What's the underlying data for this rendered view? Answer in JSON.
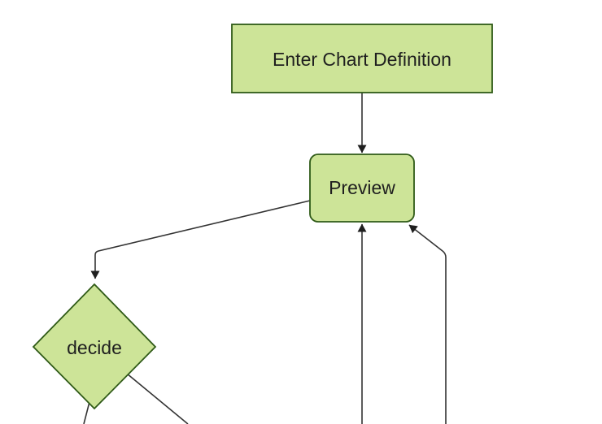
{
  "diagram": {
    "type": "flowchart",
    "nodes": [
      {
        "id": "enter-chart-definition",
        "label": "Enter Chart Definition",
        "shape": "rectangle"
      },
      {
        "id": "preview",
        "label": "Preview",
        "shape": "rounded-rectangle"
      },
      {
        "id": "decide",
        "label": "decide",
        "shape": "diamond"
      }
    ],
    "edges": [
      {
        "from": "enter-chart-definition",
        "to": "preview",
        "arrow": true
      },
      {
        "from": "preview",
        "to": "decide",
        "arrow": true
      },
      {
        "from": "offscreen-bottom-center",
        "to": "preview",
        "arrow": true
      },
      {
        "from": "offscreen-bottom-right",
        "to": "preview",
        "arrow": true
      },
      {
        "from": "decide",
        "to": "offscreen-bottom-left",
        "arrow": false
      },
      {
        "from": "decide",
        "to": "offscreen-bottom-right",
        "arrow": false
      }
    ],
    "colors": {
      "node_fill": "#cde498",
      "node_border": "#2f5a17",
      "edge": "#333333",
      "arrowhead": "#1f1f1f",
      "text": "#1f1f1f",
      "background": "#ffffff"
    }
  }
}
